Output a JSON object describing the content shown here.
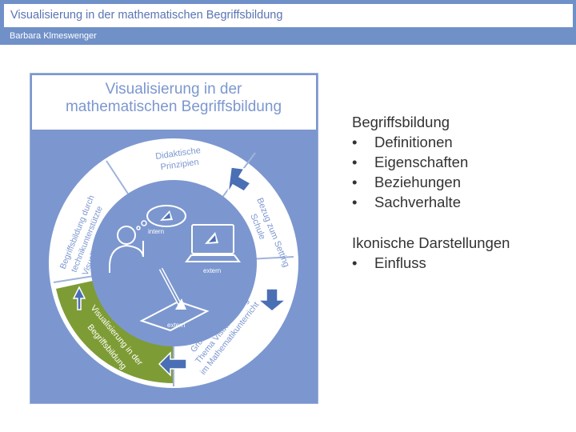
{
  "header": {
    "title": "Visualisierung in der mathematischen Begriffsbildung",
    "author": "Barbara Klmeswenger"
  },
  "diagram": {
    "title_line1": "Visualisierung in der",
    "title_line2": "mathematischen Begriffsbildung",
    "segments": {
      "top_line1": "Didaktische",
      "top_line2": "Prinzipien",
      "right_line1": "Bezug zum Setting",
      "right_line2": "Schule",
      "bottom_right_line1": "Grundlegendes zum",
      "bottom_right_line2": "Thema Visualisierung",
      "bottom_right_line3": "im Mathematikunterricht",
      "bottom_left_line1": "Visualisierung in der",
      "bottom_left_line2": "Begriffsbildung",
      "left_line1": "Begriffsbildung durch",
      "left_line2": "technikunterstützte",
      "left_line3": "Visualisierungen"
    },
    "center_labels": {
      "intern": "intern",
      "extern_screen": "extern",
      "extern_paper": "extern"
    },
    "colors": {
      "background": "#7c97cf",
      "ring": "#ffffff",
      "highlight": "#7e9c35",
      "arrow": "#4a6fb5",
      "center": "#7c97cf"
    }
  },
  "panel": {
    "section1_heading": "Begriffsbildung",
    "section1_items": [
      "Definitionen",
      "Eigenschaften",
      "Beziehungen",
      "Sachverhalte"
    ],
    "section2_heading": "Ikonische Darstellungen",
    "section2_items": [
      "Einfluss"
    ]
  }
}
